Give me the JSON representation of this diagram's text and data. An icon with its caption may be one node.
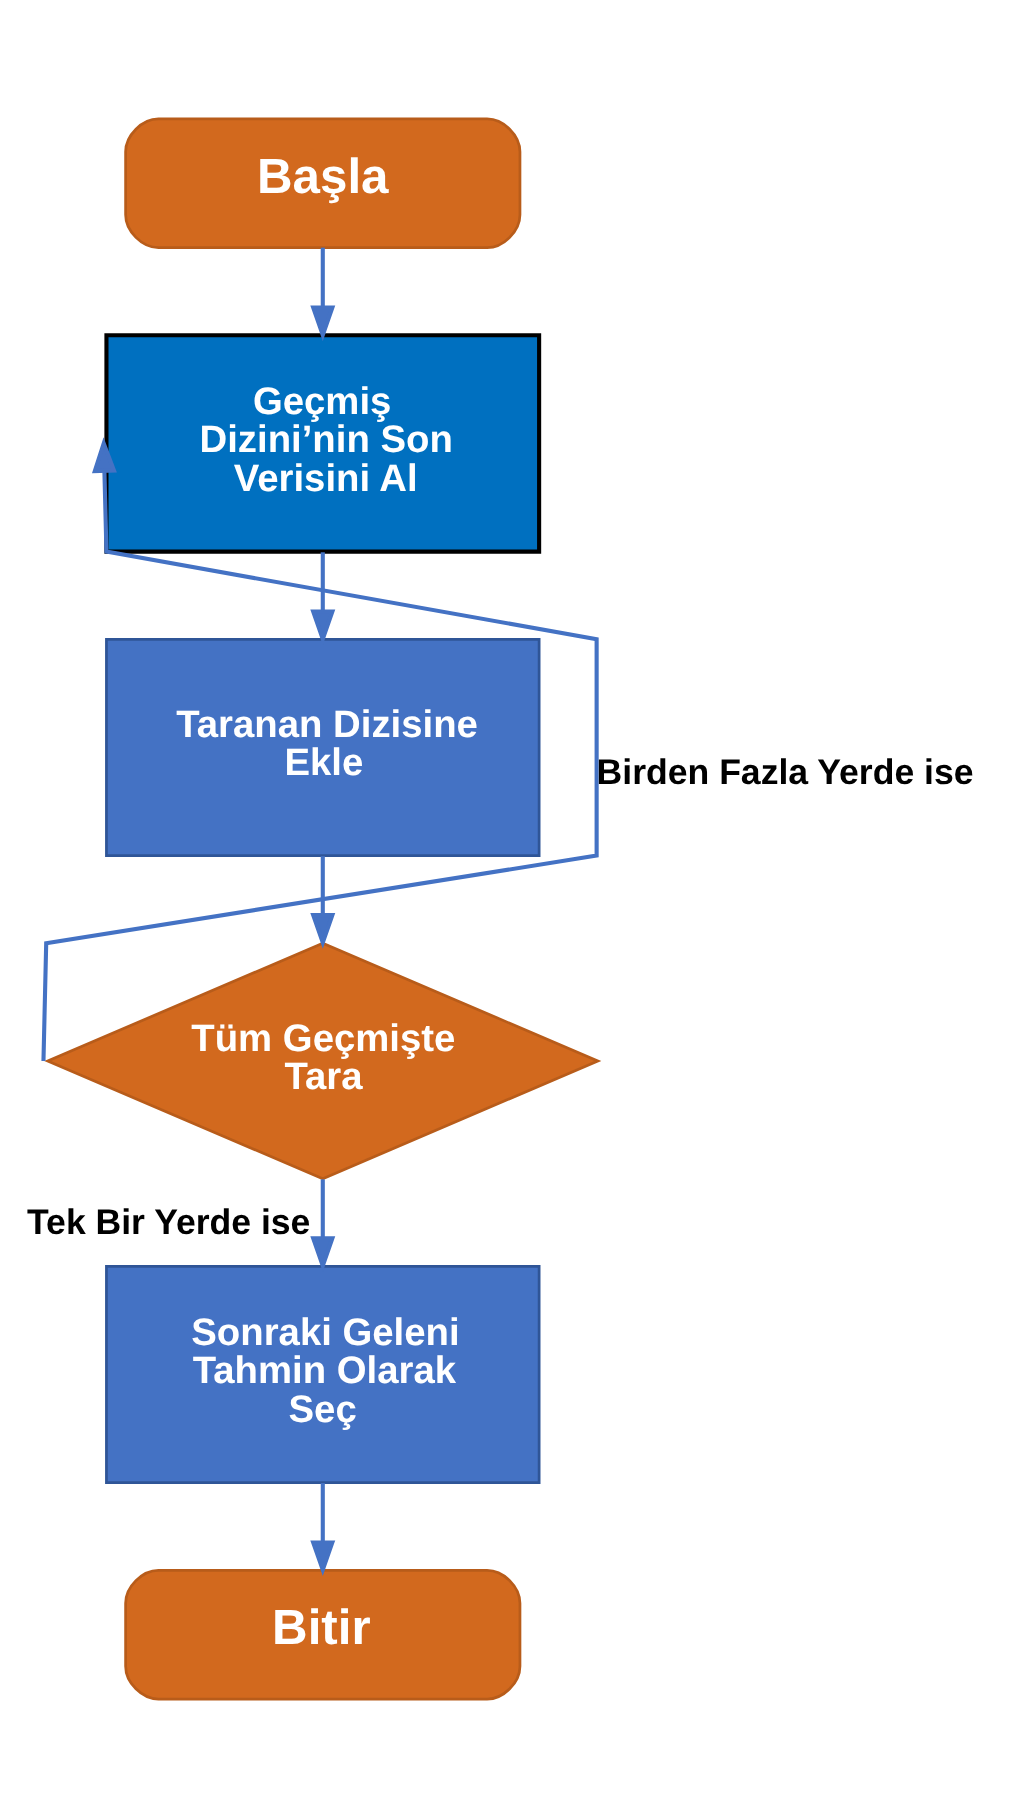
{
  "diagram": {
    "nodes": [
      {
        "text": [
          "Başla"
        ]
      },
      {
        "text": [
          "Geçmiş Dizini’nin Son Verisini Al"
        ]
      },
      {
        "text": [
          "Taranan Dizisine Ekle"
        ]
      },
      {
        "text": [
          "Tüm Geçmişte Tara"
        ]
      },
      {
        "text": [
          "Sonraki Geleni Tahmin Olarak Seç"
        ]
      },
      {
        "text": [
          "Bitir"
        ]
      }
    ],
    "edges": [
      {
        "from": 0,
        "to": 1,
        "arrow": "to"
      },
      {
        "from": 1,
        "to": 2,
        "arrow": "to"
      },
      {
        "from": 2,
        "to": 3,
        "arrow": "to"
      },
      {
        "from": 3,
        "to": 1,
        "arrow": "to",
        "label": "Birden Fazla Yerde ise"
      },
      {
        "from": 3,
        "to": 4,
        "arrow": "to",
        "label": "Tek Bir Yerde ise"
      },
      {
        "from": 4,
        "to": 5,
        "arrow": "to"
      }
    ]
  }
}
